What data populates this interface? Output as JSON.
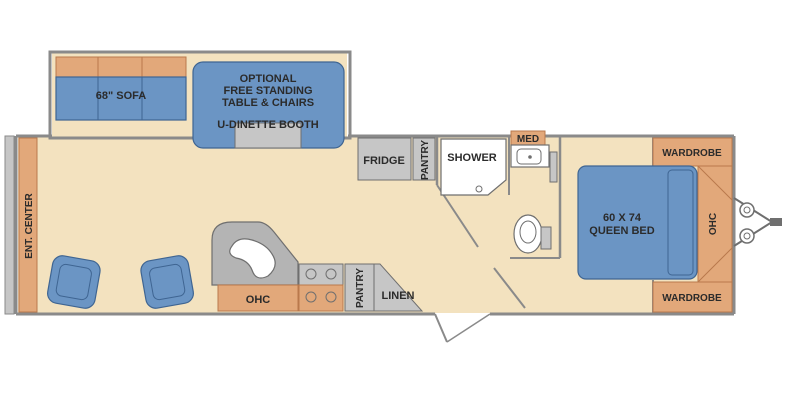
{
  "colors": {
    "floor": "#f3e2bf",
    "wall": "#8a8a8a",
    "wall_dark": "#6f6f6f",
    "blue_furniture": "#6b95c4",
    "blue_dark": "#3f6592",
    "orange_cabinet": "#e2a87a",
    "orange_dark": "#b9794c",
    "gray_unit": "#c6c6c6",
    "counter_gray": "#b4b4b4",
    "white_fixture": "#ffffff"
  },
  "labels": {
    "sofa": "68\" SOFA",
    "dinette_line1": "OPTIONAL",
    "dinette_line2": "FREE STANDING",
    "dinette_line3": "TABLE & CHAIRS",
    "dinette_line4": "U-DINETTE BOOTH",
    "ent_center": "ENT. CENTER",
    "fridge": "FRIDGE",
    "pantry_upper": "PANTRY",
    "shower": "SHOWER",
    "med": "MED",
    "wardrobe_top": "WARDROBE",
    "wardrobe_bottom": "WARDROBE",
    "bed_line1": "60 X 74",
    "bed_line2": "QUEEN BED",
    "ohc_front": "OHC",
    "ohc_kitchen": "OHC",
    "pantry_lower": "PANTRY",
    "linen": "LINEN"
  }
}
